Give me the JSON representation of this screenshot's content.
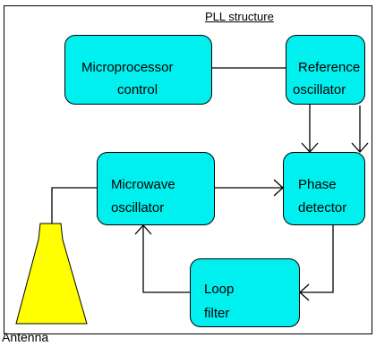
{
  "title": "PLL structure",
  "blocks": {
    "microprocessor": {
      "line1": "Microprocessor",
      "line2": "control"
    },
    "reference": {
      "line1": "Reference",
      "line2": "oscillator"
    },
    "microwave": {
      "line1": "Microwave",
      "line2": "oscillator"
    },
    "phase": {
      "line1": "Phase",
      "line2": "detector"
    },
    "loop": {
      "line1": "Loop",
      "line2": "filter"
    }
  },
  "antenna_label": "Antenna",
  "colors": {
    "block_fill": "#00f0f0",
    "antenna_fill": "#ffff00",
    "line": "#000000"
  }
}
